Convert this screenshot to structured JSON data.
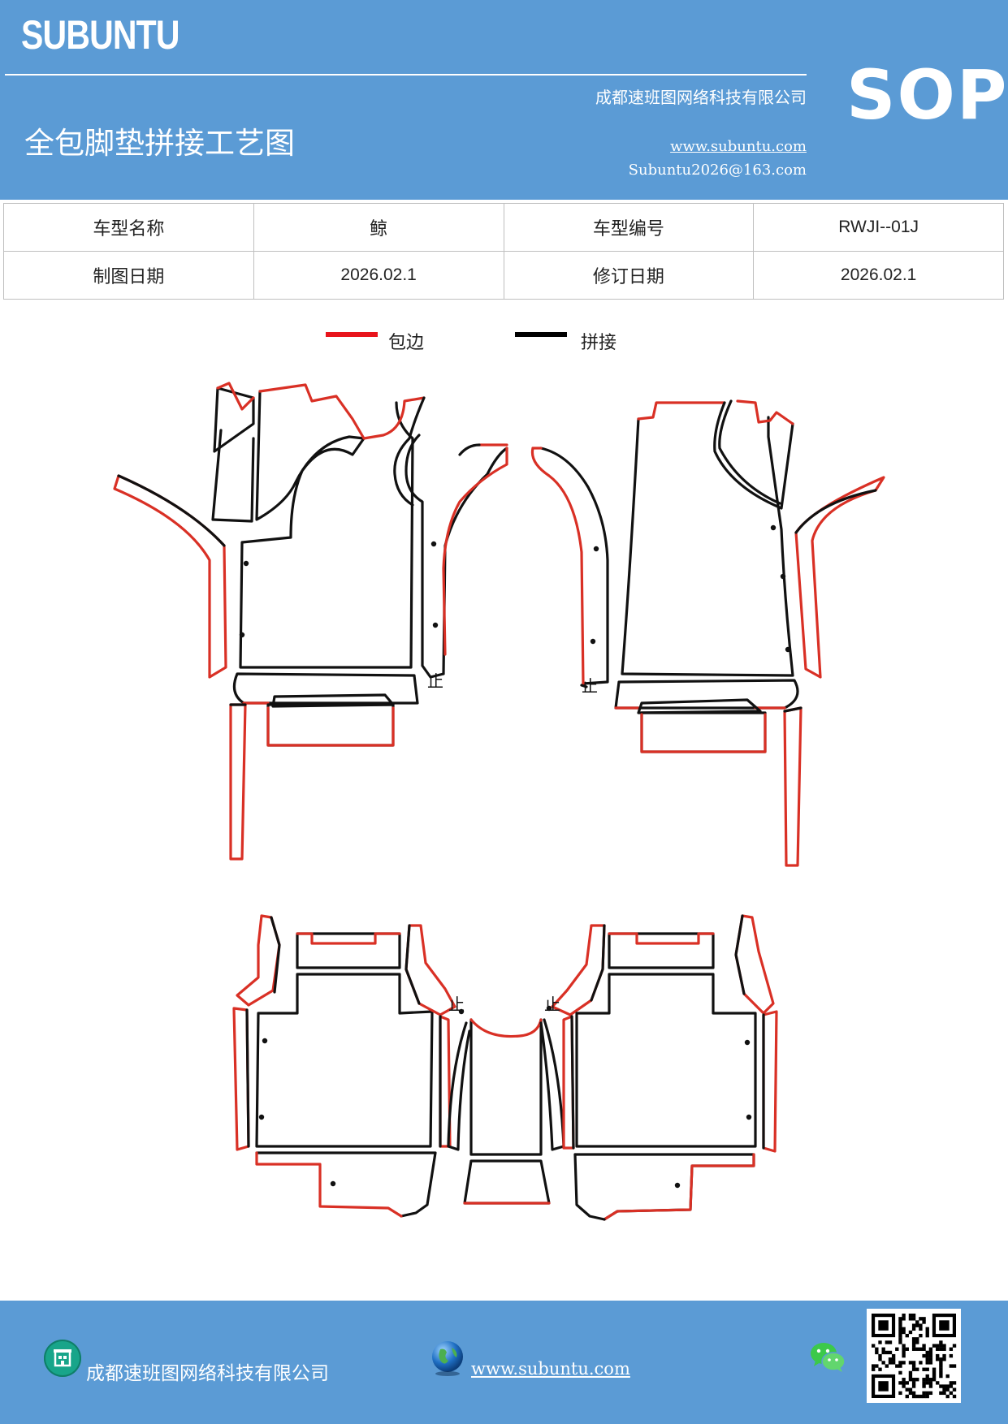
{
  "header": {
    "brand": "SUBUNTU",
    "company": "成都速班图网络科技有限公司",
    "title": "全包脚垫拼接工艺图",
    "website": "www.subuntu.com",
    "email": "Subuntu2026@163.com",
    "badge": "SOP"
  },
  "info": {
    "row1": {
      "label1": "车型名称",
      "value1": "鲸",
      "label2": "车型编号",
      "value2": "RWJI--01J"
    },
    "row2": {
      "label1": "制图日期",
      "value1": "2026.02.1",
      "label2": "修订日期",
      "value2": "2026.02.1"
    }
  },
  "legend": {
    "edge_label": "包边",
    "edge_color": "#d93025",
    "seam_label": "拼接",
    "seam_color": "#111111"
  },
  "drawing": {
    "seam_mark": "止"
  },
  "footer": {
    "company": "成都速班图网络科技有限公司",
    "website": "www.subuntu.com",
    "icons": [
      "building-icon",
      "globe-icon",
      "wechat-icon",
      "qr-code"
    ]
  }
}
